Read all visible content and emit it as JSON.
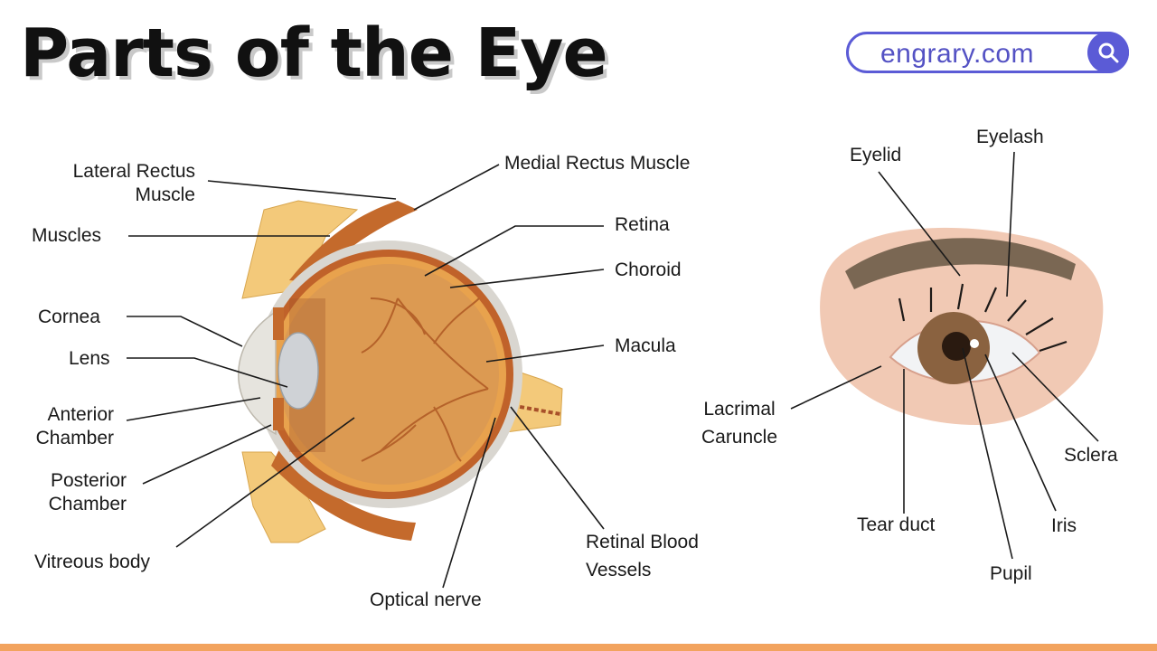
{
  "header": {
    "title": "Parts of the Eye"
  },
  "search": {
    "site": "engrary.com",
    "icon": "search-icon"
  },
  "labels": {
    "lateral_rectus_1": "Lateral Rectus",
    "lateral_rectus_2": "Muscle",
    "medial_rectus": "Medial Rectus Muscle",
    "muscles": "Muscles",
    "retina": "Retina",
    "choroid": "Choroid",
    "cornea": "Cornea",
    "lens": "Lens",
    "macula": "Macula",
    "anterior_1": "Anterior",
    "anterior_2": "Chamber",
    "posterior_1": "Posterior",
    "posterior_2": "Chamber",
    "vitreous": "Vitreous body",
    "retinal_vessels_1": "Retinal Blood",
    "retinal_vessels_2": "Vessels",
    "optical_nerve": "Optical nerve",
    "eyelid": "Eyelid",
    "eyelash": "Eyelash",
    "lacrimal_1": "Lacrimal",
    "lacrimal_2": "Caruncle",
    "sclera": "Sclera",
    "tear_duct": "Tear duct",
    "iris": "Iris",
    "pupil": "Pupil"
  },
  "colors": {
    "accent": "#5b5bd6",
    "bottom_bar": "#f2a35e"
  }
}
